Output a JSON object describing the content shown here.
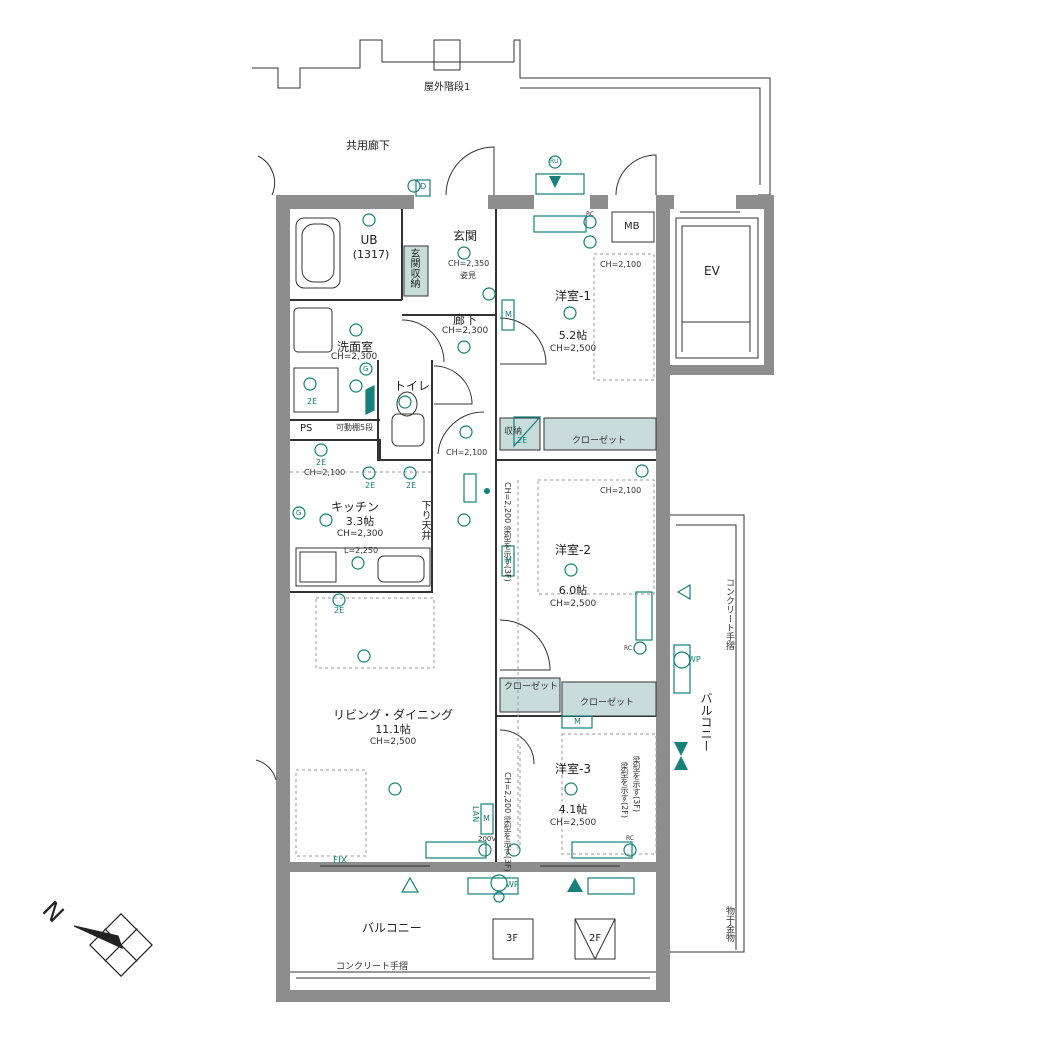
{
  "labels": {
    "outer_stairs": "屋外階段1",
    "common_corridor": "共用廊下",
    "entrance": "玄関",
    "entrance_ch": "CH=2,350",
    "mirror": "姿見",
    "entrance_storage": "玄関収納",
    "ub": "UB",
    "ub_size": "(1317)",
    "corridor": "廊下",
    "corridor_ch": "CH=2,300",
    "washroom": "洗面室",
    "washroom_ch": "CH=2,300",
    "toilet": "トイレ",
    "ps": "PS",
    "shelf": "可動棚5段",
    "kitchen": "キッチン",
    "kitchen_size": "3.3帖",
    "kitchen_ch": "CH=2,300",
    "kitchen_ceiling_ch": "CH=2,100",
    "lowered_ceiling": "下り天井",
    "counter_l": "L=2,250",
    "living": "リビング・ダイニング",
    "living_size": "11.1帖",
    "living_ch": "CH=2,500",
    "room1": "洋室-1",
    "room1_size": "5.2帖",
    "room1_ch": "CH=2,500",
    "room1_ceiling_ch": "CH=2,100",
    "room2": "洋室-2",
    "room2_size": "6.0帖",
    "room2_ch": "CH=2,500",
    "room2_ceiling_ch": "CH=2,100",
    "room3": "洋室-3",
    "room3_size": "4.1帖",
    "room3_ch": "CH=2,500",
    "closet": "クローゼット",
    "storage": "収納",
    "hall_ch": "CH=2,100",
    "beam_note_2": "CH=2,200 梁型を示す(3F)",
    "beam_note_3": "CH=2,200 梁型を示す(3F)",
    "beam_note_right_a": "梁型を示す(3F)",
    "beam_note_right_b": "梁型を示す(2F)",
    "mb": "MB",
    "ev": "EV",
    "balcony": "バルコニー",
    "balcony_side": "バルコニー",
    "concrete_rail": "コンクリート手摺",
    "concrete_rail_side": "コンクリート手摺",
    "laundry_hardware": "物干金物",
    "fix": "FIX",
    "lan": "LAN",
    "v200": "200V",
    "wp": "WP",
    "rc": "RC",
    "floor_3f": "3F",
    "floor_2f": "2F",
    "north": "N",
    "d_mark": "D",
    "m_mark": "M",
    "e2_mark": "2E",
    "g_mark": "G",
    "ru_mark": "RU"
  },
  "colors": {
    "wall": "#8d8d8d",
    "line": "#333333",
    "equipment": "#15807c",
    "storage_fill": "#c8dcdc",
    "dashed": "#9a9a9a"
  }
}
